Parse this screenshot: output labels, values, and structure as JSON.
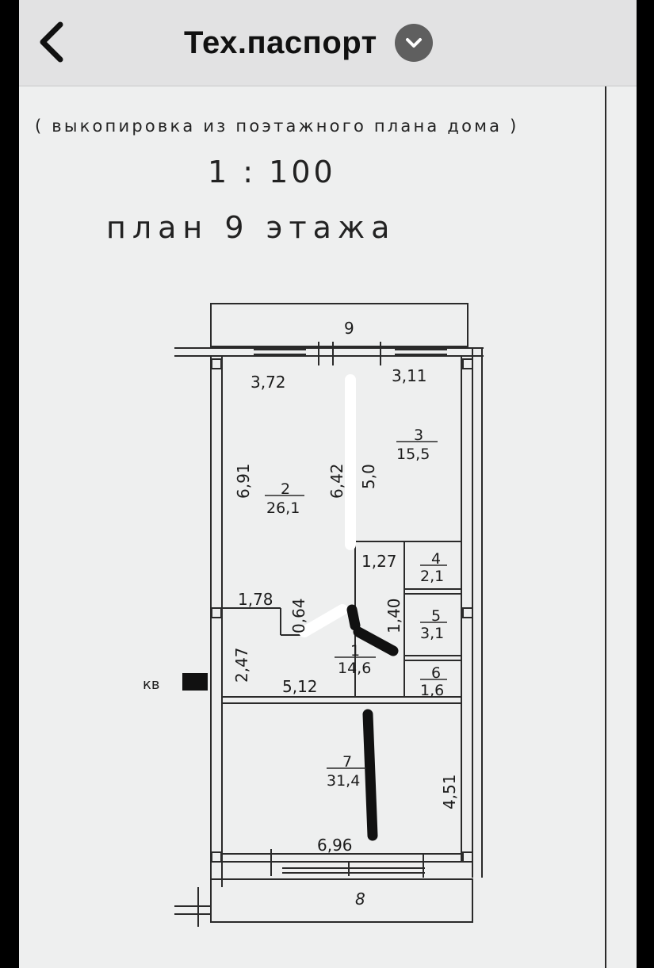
{
  "header": {
    "back_icon": "chevron-left-icon",
    "title": "Тех.паспорт",
    "dropdown_icon": "chevron-down-icon"
  },
  "document": {
    "subtitle": "( выкопировка из поэтажного плана дома )",
    "scale": "1 : 100",
    "floor_title": "план 9 этажа"
  },
  "plan": {
    "balcony_top_number": "9",
    "balcony_bottom_number": "8",
    "entrance_label": "кв",
    "dimensions": {
      "top_left_width": "3,72",
      "top_right_width": "3,11",
      "left_height": "6,91",
      "center_height": "6,42",
      "center_height_2": "5,0",
      "niche_width": "1,78",
      "niche_depth": "0,64",
      "closet_width": "1,27",
      "hall_height": "2,47",
      "hall_width": "5,12",
      "hall_side": "1,40",
      "bottom_width": "6,96",
      "bottom_height": "4,51"
    },
    "rooms": [
      {
        "number": "1",
        "area": "14,6"
      },
      {
        "number": "2",
        "area": "26,1"
      },
      {
        "number": "3",
        "area": "15,5"
      },
      {
        "number": "4",
        "area": "2,1"
      },
      {
        "number": "5",
        "area": "3,1"
      },
      {
        "number": "6",
        "area": "1,6"
      },
      {
        "number": "7",
        "area": "31,4"
      }
    ]
  }
}
